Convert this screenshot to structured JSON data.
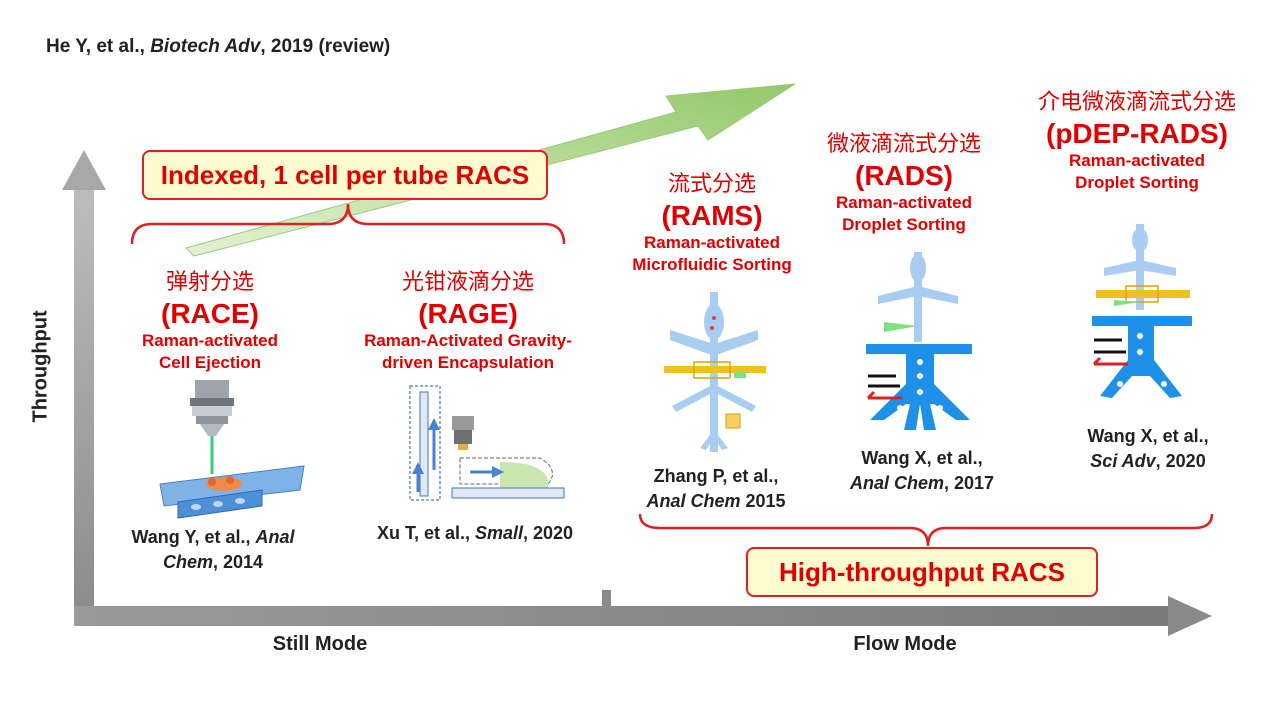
{
  "header": {
    "citation_author": "He Y, et al., ",
    "citation_journal": "Biotech Adv",
    "citation_rest": ", 2019 (review)"
  },
  "axes": {
    "y_label": "Throughput",
    "x_left_label": "Still Mode",
    "x_right_label": "Flow Mode"
  },
  "boxes": {
    "indexed": "Indexed, 1 cell per tube RACS",
    "high_throughput": "High-throughput  RACS"
  },
  "methods": [
    {
      "zh": "弹射分选",
      "abbr": "(RACE)",
      "desc1": "Raman-activated",
      "desc2": "Cell Ejection",
      "ref1": "Wang Y, et al., ",
      "ref1_italic": "Anal",
      "ref2_italic": "Chem",
      "ref2": ", 2014"
    },
    {
      "zh": "光钳液滴分选",
      "abbr": "(RAGE)",
      "desc1": "Raman-Activated Gravity-",
      "desc2": "driven Encapsulation",
      "ref1": "Xu T, et al., ",
      "ref1_italic": "Small",
      "ref1_tail": ", 2020"
    },
    {
      "zh": "流式分选",
      "abbr": "(RAMS)",
      "desc1": "Raman-activated",
      "desc2": "Microfluidic Sorting",
      "ref1": "Zhang P, et al.,",
      "ref2_italic": "Anal Chem",
      "ref2": " 2015"
    },
    {
      "zh": "微液滴流式分选",
      "abbr": "(RADS)",
      "desc1": "Raman-activated",
      "desc2": "Droplet Sorting",
      "ref1": "Wang X, et al.,",
      "ref2_italic": "Anal Chem",
      "ref2": ", 2017"
    },
    {
      "zh": "介电微液滴流式分选",
      "abbr": "(pDEP-RADS)",
      "desc1": "Raman-activated",
      "desc2": "Droplet Sorting",
      "ref1": "Wang X, et al.,",
      "ref2_italic": "Sci Adv",
      "ref2": ", 2020"
    }
  ]
}
